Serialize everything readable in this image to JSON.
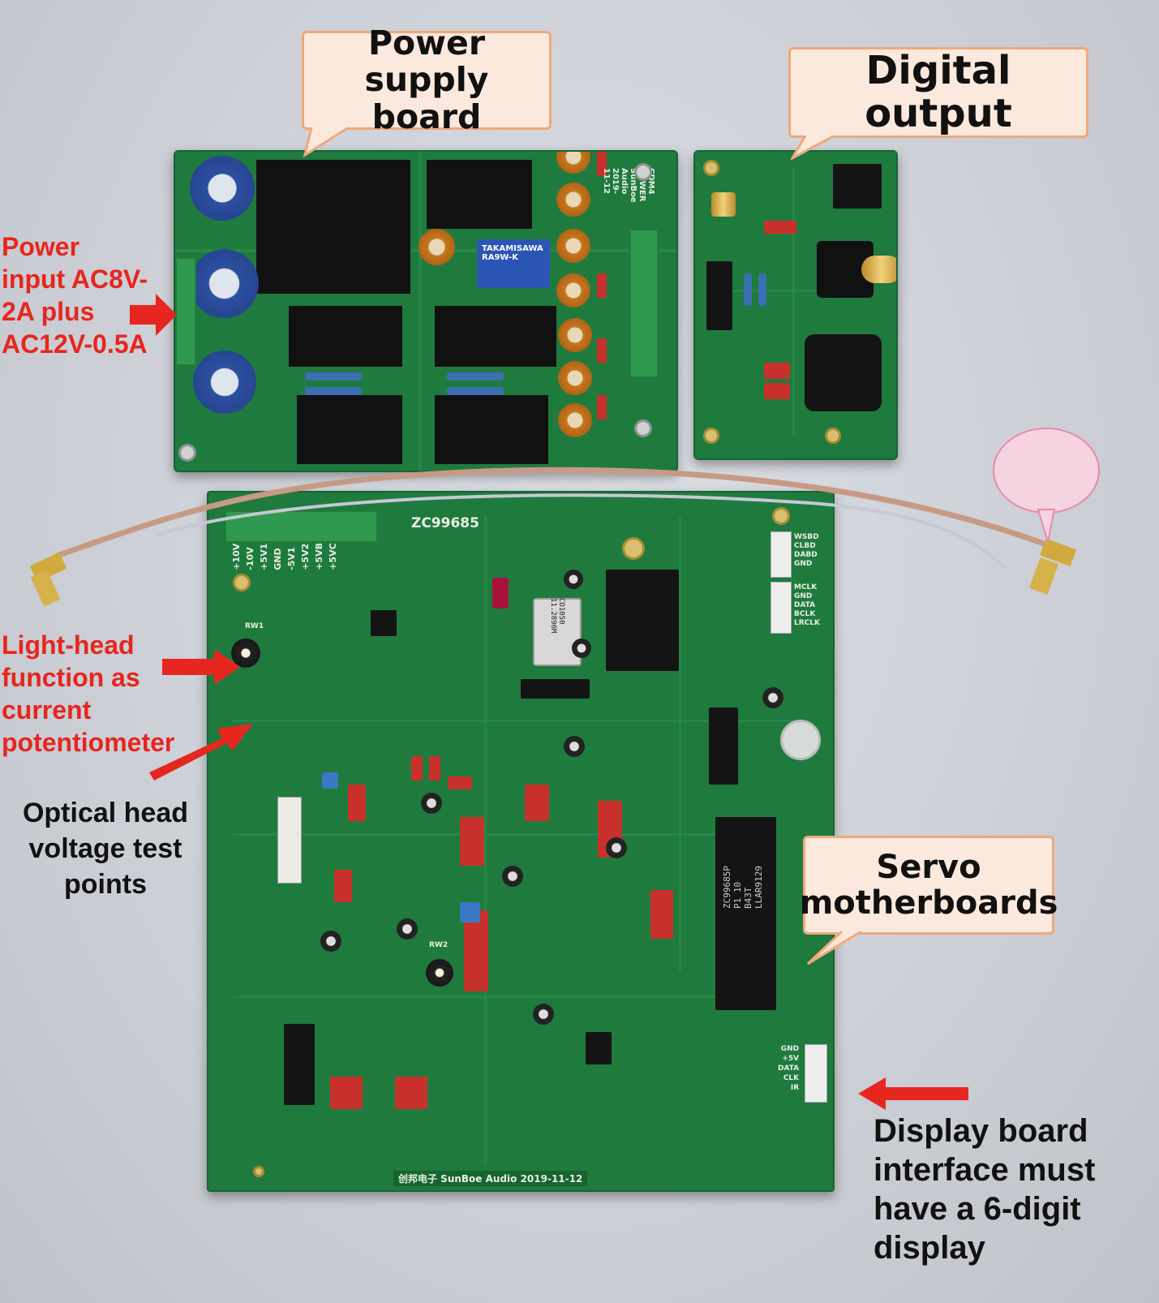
{
  "callouts": {
    "power_supply": "Power supply\nboard",
    "digital_output": "Digital output",
    "servo": "Servo\nmotherboards"
  },
  "labels": {
    "power_input": "Power\ninput AC8V-\n2A plus\nAC12V-0.5A",
    "light_head": "Light-head\nfunction as\ncurrent\npotentiometer",
    "optical_head": "Optical head\nvoltage test\npoints",
    "display_board": "Display board\ninterface must\nhave a 6-digit\ndisplay"
  },
  "silkscreen": {
    "board_id": "ZC99685",
    "footer": "创邦电子 SunBoe Audio  2019-11-12",
    "power_board_brand": "CDM4 POWER\nSunBoe Audio\n2019-11-12",
    "relay": "TAKAMISAWA\nRA9W-K",
    "servo_chip": "ZC99685P\nP1 10\nB43T\nLLAR9129",
    "terminal_pins": [
      "+10V",
      "-10V",
      "+5V1",
      "GND",
      "-5V1",
      "+5V2",
      "+5VB",
      "+5VC"
    ],
    "display_pins": [
      "GND",
      "+5V",
      "DATA",
      "CLK",
      "IR"
    ],
    "data_pins_top": [
      "WSBD",
      "CLBD",
      "DABD",
      "GND"
    ],
    "data_pins_mid": [
      "MCLK",
      "GND",
      "DATA",
      "BCLK",
      "LRCLK"
    ],
    "rw1": "RW1",
    "rw2": "RW2",
    "oscillator": "CO1050\n11.2896M"
  },
  "colors": {
    "pcb": "#1f7a3e",
    "callout_fill": "#fbe9dd",
    "callout_border": "#f0a87a",
    "annotation_red": "#e6261f"
  }
}
